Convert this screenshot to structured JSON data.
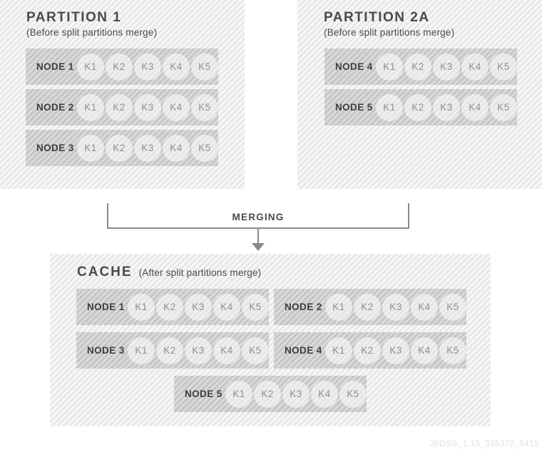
{
  "partition1": {
    "title": "PARTITION 1",
    "subtitle": "(Before split partitions merge)",
    "nodes": [
      {
        "label": "NODE 1",
        "keys": [
          "K1",
          "K2",
          "K3",
          "K4",
          "K5"
        ]
      },
      {
        "label": "NODE 2",
        "keys": [
          "K1",
          "K2",
          "K3",
          "K4",
          "K5"
        ]
      },
      {
        "label": "NODE 3",
        "keys": [
          "K1",
          "K2",
          "K3",
          "K4",
          "K5"
        ]
      }
    ]
  },
  "partition2a": {
    "title": "PARTITION 2A",
    "subtitle": "(Before split partitions merge)",
    "nodes": [
      {
        "label": "NODE 4",
        "keys": [
          "K1",
          "K2",
          "K3",
          "K4",
          "K5"
        ]
      },
      {
        "label": "NODE 5",
        "keys": [
          "K1",
          "K2",
          "K3",
          "K4",
          "K5"
        ]
      }
    ]
  },
  "merging_label": "MERGING",
  "cache": {
    "title": "CACHE",
    "subtitle": "(After split partitions merge)",
    "nodes": [
      {
        "label": "NODE 1",
        "keys": [
          "K1",
          "K2",
          "K3",
          "K4",
          "K5"
        ]
      },
      {
        "label": "NODE 2",
        "keys": [
          "K1",
          "K2",
          "K3",
          "K4",
          "K5"
        ]
      },
      {
        "label": "NODE 3",
        "keys": [
          "K1",
          "K2",
          "K3",
          "K4",
          "K5"
        ]
      },
      {
        "label": "NODE 4",
        "keys": [
          "K1",
          "K2",
          "K3",
          "K4",
          "K5"
        ]
      },
      {
        "label": "NODE 5",
        "keys": [
          "K1",
          "K2",
          "K3",
          "K4",
          "K5"
        ]
      }
    ]
  },
  "watermark": "JBOSS_1.15_335370_0415",
  "colors": {
    "text_dark": "#4a4a4a",
    "node_label_text": "#3d3d3d",
    "key_text": "#8f8f8f",
    "connector": "#8a8a8a",
    "stripe_light_a": "#e9e9e9",
    "stripe_light_b": "#fbfbfb",
    "stripe_dark_a": "#c7c7c7",
    "stripe_dark_b": "#dfdfdf",
    "key_circle_fill": "rgba(255,255,255,0.55)",
    "watermark_text": "#e1e1e1"
  }
}
